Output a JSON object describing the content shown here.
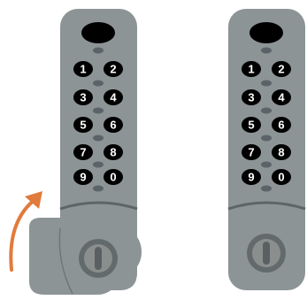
{
  "colors": {
    "lock_body": "#8d9496",
    "lock_body_dark": "#757c7e",
    "window": "#000000",
    "button": "#000000",
    "button_text": "#ffffff",
    "led": "#5a6468",
    "cylinder_ring": "#636a6c",
    "cylinder_face": "#8a8f8e",
    "arrow": "#e07b3c"
  },
  "left_lock": {
    "keypad": [
      {
        "label": "1"
      },
      {
        "label": "2"
      },
      {
        "label": "3"
      },
      {
        "label": "4"
      },
      {
        "label": "5"
      },
      {
        "label": "6"
      },
      {
        "label": "7"
      },
      {
        "label": "8"
      },
      {
        "label": "9"
      },
      {
        "label": "0"
      }
    ]
  },
  "right_lock": {
    "keypad": [
      {
        "label": "1"
      },
      {
        "label": "2"
      },
      {
        "label": "3"
      },
      {
        "label": "4"
      },
      {
        "label": "5"
      },
      {
        "label": "6"
      },
      {
        "label": "7"
      },
      {
        "label": "8"
      },
      {
        "label": "9"
      },
      {
        "label": "0"
      }
    ]
  }
}
